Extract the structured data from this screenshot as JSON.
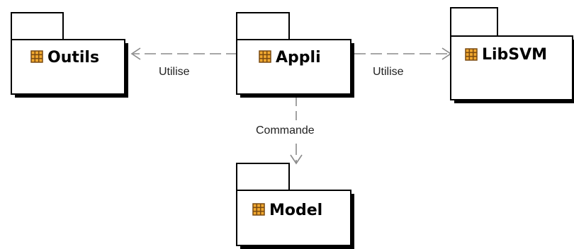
{
  "packages": [
    {
      "id": "outils",
      "label": "Outils"
    },
    {
      "id": "appli",
      "label": "Appli"
    },
    {
      "id": "libsvm",
      "label": "LibSVM"
    },
    {
      "id": "model",
      "label": "Model"
    }
  ],
  "dependencies": [
    {
      "id": "appli-outils",
      "from": "appli",
      "to": "outils",
      "label": "Utilise"
    },
    {
      "id": "appli-libsvm",
      "from": "appli",
      "to": "libsvm",
      "label": "Utilise"
    },
    {
      "id": "appli-model",
      "from": "appli",
      "to": "model",
      "label": "Commande"
    }
  ],
  "colors": {
    "line": "#8a8a8a",
    "icon_fill": "#f0a830",
    "icon_stroke": "#7a4a10"
  },
  "icon": "package-grid-icon"
}
